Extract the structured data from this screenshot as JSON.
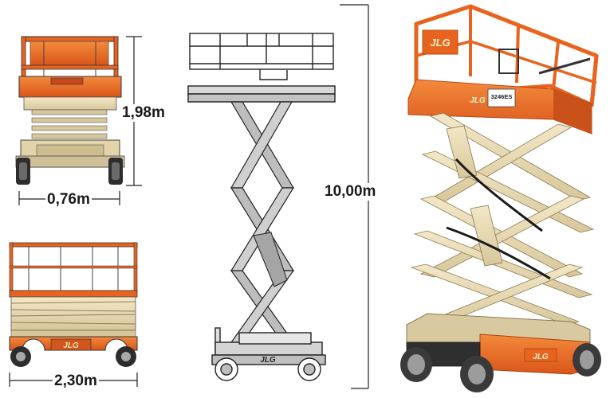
{
  "dimensions": {
    "stowed_height": "1,98m",
    "width": "0,76m",
    "length": "2,30m",
    "working_height": "10,00m"
  },
  "brand": {
    "logo_text": "JLG",
    "model": "3246ES"
  },
  "colors": {
    "orange": "#e8641e",
    "cream": "#e9dbb3",
    "dark": "#2d2d2d",
    "grey": "#a8a8a8",
    "line": "#222222"
  }
}
